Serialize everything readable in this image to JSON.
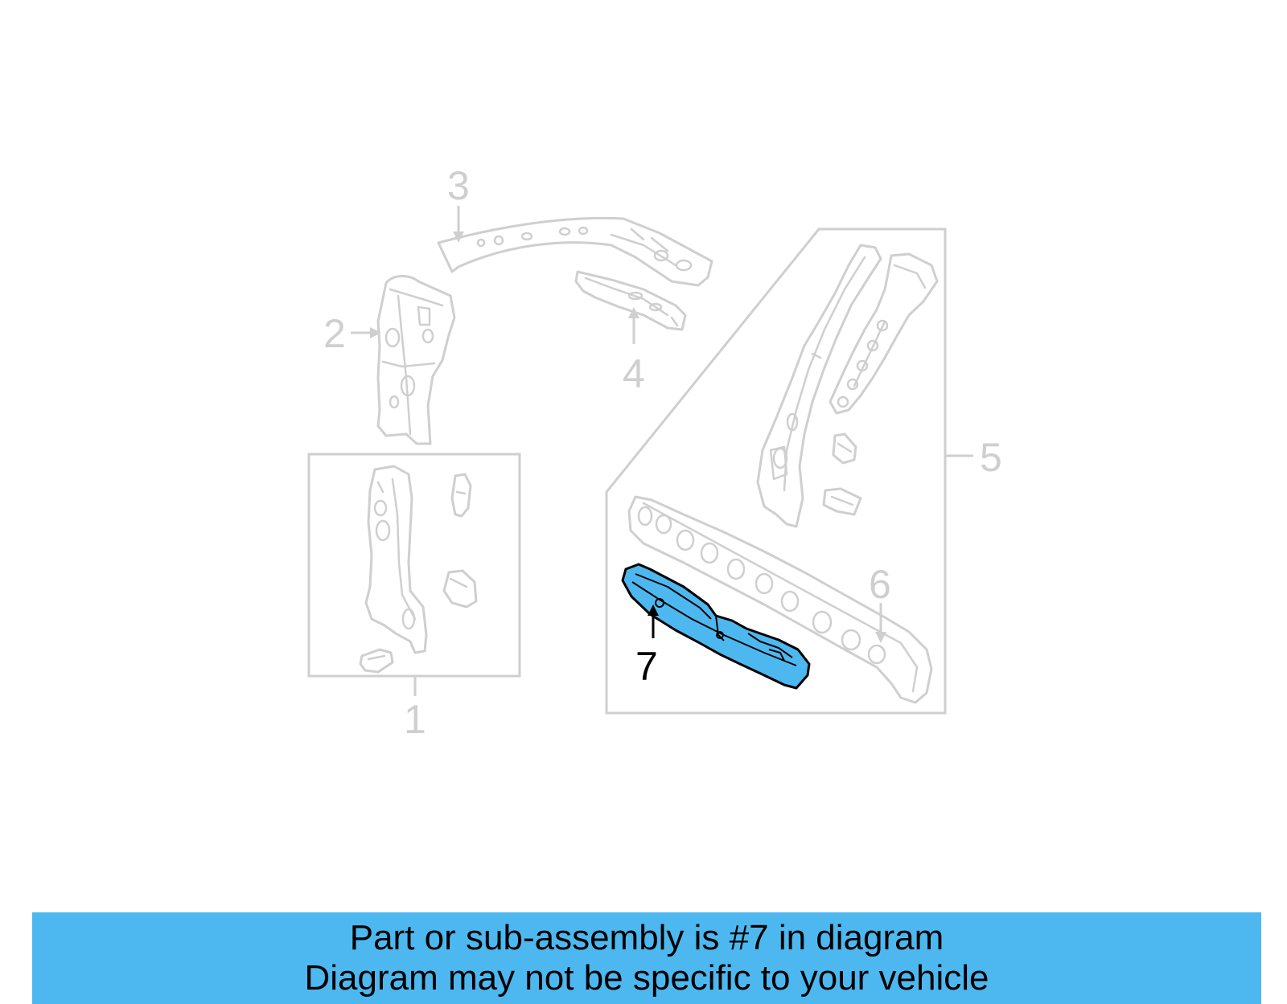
{
  "callouts": {
    "c1": "1",
    "c2": "2",
    "c3": "3",
    "c4": "4",
    "c5": "5",
    "c6": "6",
    "c7": "7"
  },
  "highlighted_part": "7",
  "colors": {
    "highlight": "#4db8f0",
    "banner": "#4db8f0",
    "inactive_line": "#cfcfcf",
    "active_line": "#000000"
  },
  "banner": {
    "line1": "Part or sub-assembly is #7 in diagram",
    "line2": "Diagram may not be specific to your vehicle"
  }
}
